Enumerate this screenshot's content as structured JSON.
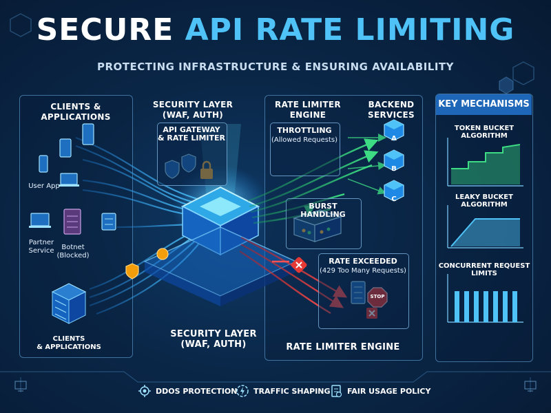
{
  "title": {
    "part1": "SECURE",
    "part2": "API RATE LIMITING"
  },
  "subtitle": "PROTECTING INFRASTRUCTURE & ENSURING AVAILABILITY",
  "clients": {
    "heading": "CLIENTS & APPLICATIONS",
    "user_app": "User App",
    "partner_line1": "Partner",
    "partner_line2": "Service",
    "botnet_line1": "Botnet",
    "botnet_line2": "(Blocked)",
    "bottom_line1": "CLIENTS",
    "bottom_line2": "& APPLICATIONS"
  },
  "security": {
    "heading_line1": "SECURITY LAYER",
    "heading_line2": "(WAF, AUTH)",
    "gateway_line1": "API GATEWAY",
    "gateway_line2": "& RATE LIMITER",
    "bottom_line1": "SECURITY LAYER",
    "bottom_line2": "(WAF, AUTH)"
  },
  "rate_limiter": {
    "heading_line1": "RATE LIMITER",
    "heading_line2": "ENGINE",
    "throttling_title": "THROTTLING",
    "throttling_sub": "(Allowed Requests)",
    "burst_title": "BURST HANDLING",
    "exceeded_title": "RATE EXCEEDED",
    "exceeded_sub": "(429 Too Many Requests)",
    "stop_sign": "STOP",
    "bottom_label": "RATE LIMITER ENGINE"
  },
  "backend": {
    "heading_line1": "BACKEND",
    "heading_line2": "SERVICES",
    "services": [
      "A",
      "B",
      "C"
    ]
  },
  "mechanisms": {
    "heading": "KEY MECHANISMS",
    "token_bucket": "TOKEN BUCKET ALGORITHM",
    "leaky_bucket": "LEAKY BUCKET ALGORITHM",
    "concurrent": "CONCURRENT REQUEST LIMITS"
  },
  "footer": {
    "ddos": "DDOS PROTECTION",
    "traffic": "TRAFFIC SHAPING",
    "fair": "FAIR USAGE POLICY"
  },
  "colors": {
    "accent": "#4fc3f7",
    "allowed": "#3ddc84",
    "blocked": "#e53935",
    "panel_head": "#1e66b8"
  },
  "icons": [
    "phone-icon",
    "tablet-icon",
    "laptop-icon",
    "server-icon",
    "shield-icon",
    "lock-icon",
    "stop-sign-icon",
    "gear-icon",
    "checklist-icon",
    "monitor-icon"
  ]
}
